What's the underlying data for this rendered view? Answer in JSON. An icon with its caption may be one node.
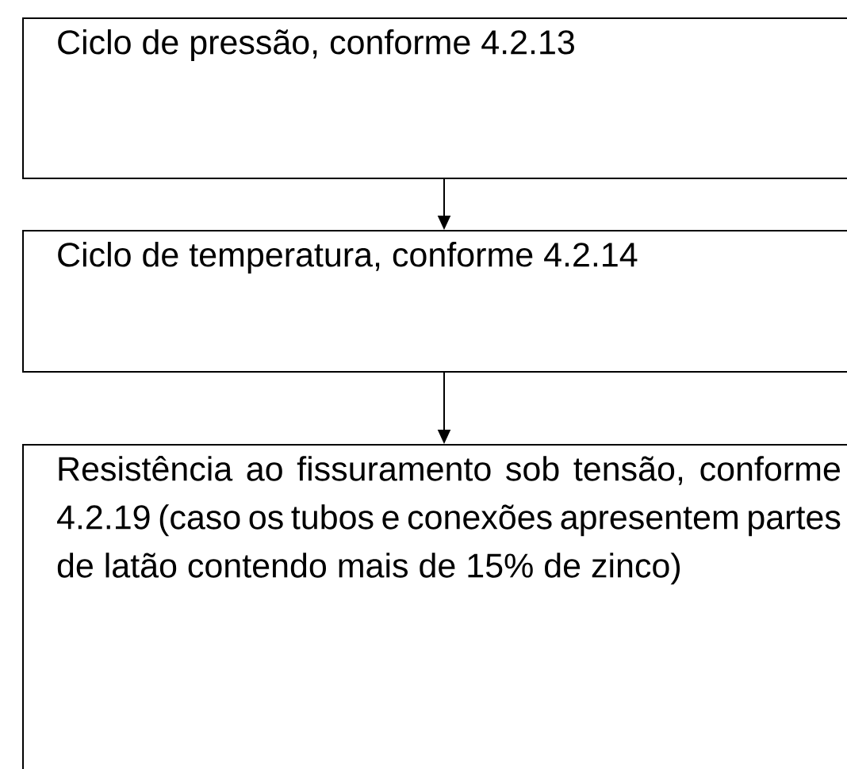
{
  "diagram": {
    "nodes": [
      {
        "text": [
          "Ciclo de pressão, conforme 4.2.13"
        ]
      },
      {
        "text": [
          "Ciclo de temperatura, conforme 4.2.14"
        ]
      },
      {
        "text": [
          "Resistência ao fissuramento sob tensão, conforme 4.2.19 (caso os tubos e conexões apresentem partes de latão contendo mais de 15% de zinco)"
        ]
      }
    ],
    "edges": [
      {
        "from": 0,
        "to": 1,
        "arrow": "to"
      },
      {
        "from": 1,
        "to": 2,
        "arrow": "to"
      }
    ]
  }
}
